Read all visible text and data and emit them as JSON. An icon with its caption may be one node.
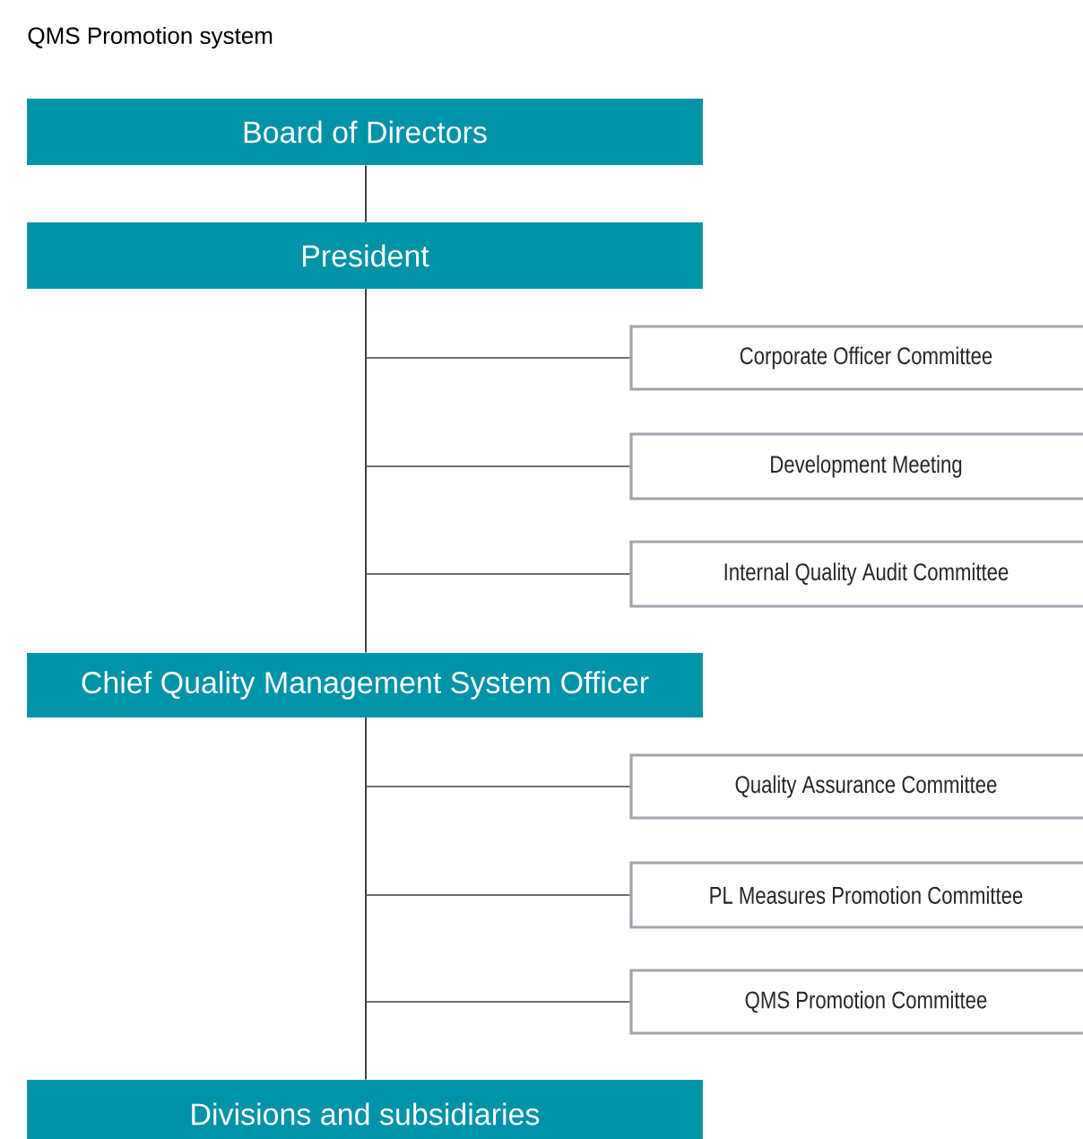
{
  "diagram": {
    "title": "QMS Promotion system",
    "nodes": [
      {
        "text": [
          "Board of Directors"
        ]
      },
      {
        "text": [
          "President"
        ]
      },
      {
        "text": [
          "Chief Quality Management System Officer"
        ]
      },
      {
        "text": [
          "Divisions and subsidiaries"
        ]
      },
      {
        "text": [
          "Corporate Officer Committee"
        ]
      },
      {
        "text": [
          "Development Meeting"
        ]
      },
      {
        "text": [
          "Internal Quality Audit Committee"
        ]
      },
      {
        "text": [
          "Quality Assurance Committee"
        ]
      },
      {
        "text": [
          "PL Measures Promotion Committee"
        ]
      },
      {
        "text": [
          "QMS Promotion Committee"
        ]
      }
    ],
    "edges": [
      {
        "from": 0,
        "to": 1,
        "arrow": "none"
      },
      {
        "from": 1,
        "to": 2,
        "arrow": "none"
      },
      {
        "from": 2,
        "to": 3,
        "arrow": "none"
      },
      {
        "from": 1,
        "to": 4,
        "arrow": "none"
      },
      {
        "from": 1,
        "to": 5,
        "arrow": "none"
      },
      {
        "from": 1,
        "to": 6,
        "arrow": "none"
      },
      {
        "from": 2,
        "to": 7,
        "arrow": "none"
      },
      {
        "from": 2,
        "to": 8,
        "arrow": "none"
      },
      {
        "from": 2,
        "to": 9,
        "arrow": "none"
      }
    ]
  }
}
